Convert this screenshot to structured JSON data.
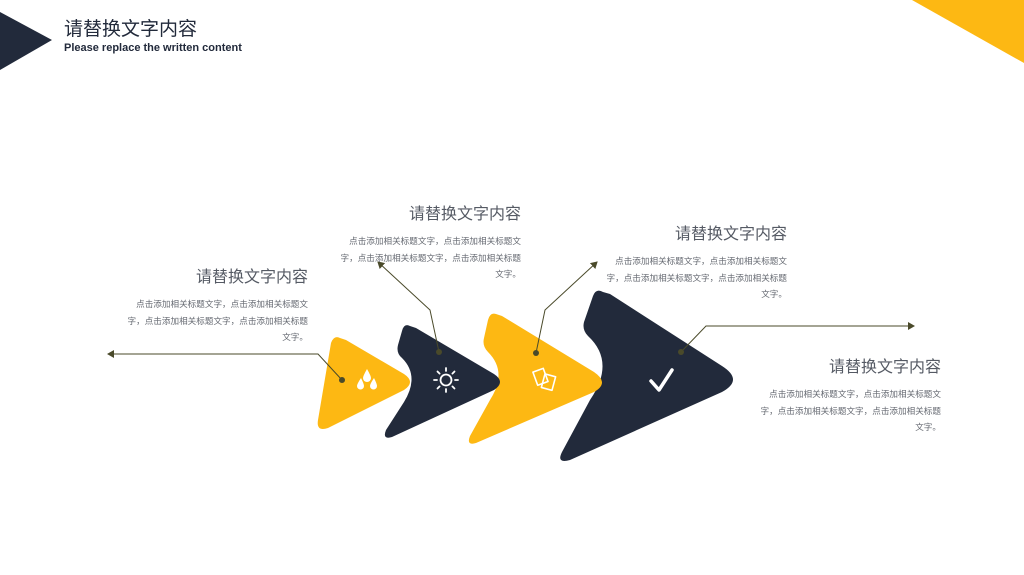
{
  "header": {
    "title": "请替换文字内容",
    "subtitle": "Please replace the written content"
  },
  "colors": {
    "navy": "#222a3b",
    "yellow": "#fdb813",
    "line": "#4a4a2a"
  },
  "steps": [
    {
      "icon": "water-drops-icon",
      "color": "yellow"
    },
    {
      "icon": "sun-icon",
      "color": "navy"
    },
    {
      "icon": "cards-icon",
      "color": "yellow"
    },
    {
      "icon": "checkmark-icon",
      "color": "navy"
    }
  ],
  "blocks": [
    {
      "title": "请替换文字内容",
      "body": "点击添加相关标题文字，点击添加相关标题文字，点击添加相关标题文字，点击添加相关标题文字。"
    },
    {
      "title": "请替换文字内容",
      "body": "点击添加相关标题文字，点击添加相关标题文字，点击添加相关标题文字，点击添加相关标题文字。"
    },
    {
      "title": "请替换文字内容",
      "body": "点击添加相关标题文字，点击添加相关标题文字，点击添加相关标题文字，点击添加相关标题文字。"
    },
    {
      "title": "请替换文字内容",
      "body": "点击添加相关标题文字，点击添加相关标题文字，点击添加相关标题文字，点击添加相关标题文字。"
    }
  ]
}
